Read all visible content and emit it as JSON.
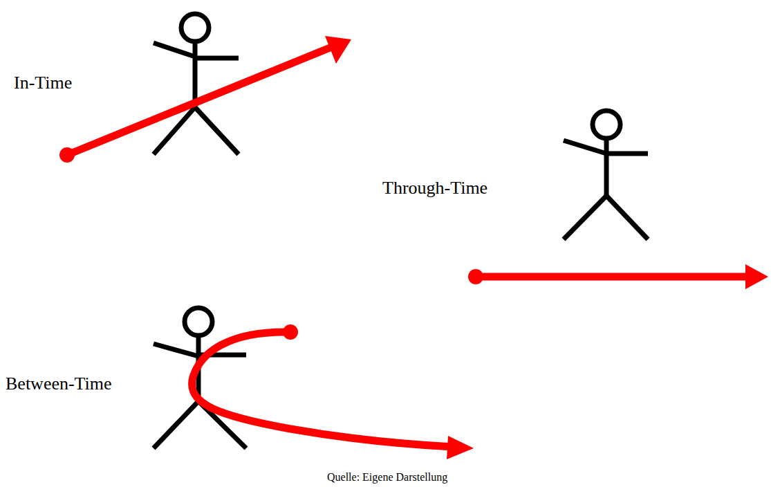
{
  "diagram": {
    "caption": "Quelle: Eigene Darstellung",
    "labels": [
      "In-Time",
      "Through-Time",
      "Between-Time"
    ]
  }
}
